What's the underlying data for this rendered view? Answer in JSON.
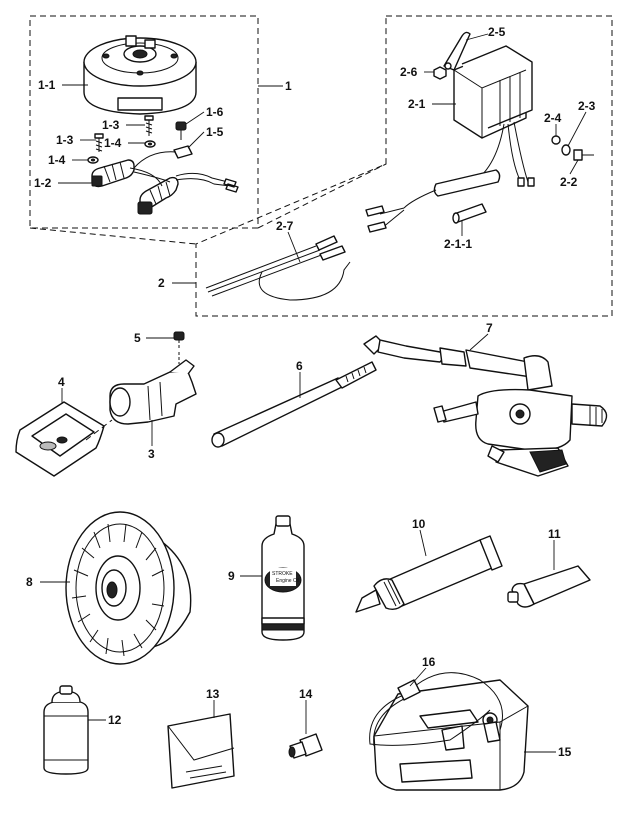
{
  "labels": {
    "l1": "1",
    "l1_1": "1-1",
    "l1_2": "1-2",
    "l1_3a": "1-3",
    "l1_3b": "1-3",
    "l1_4a": "1-4",
    "l1_4b": "1-4",
    "l1_5": "1-5",
    "l1_6": "1-6",
    "l2": "2",
    "l2_1": "2-1",
    "l2_1_1": "2-1-1",
    "l2_2": "2-2",
    "l2_3": "2-3",
    "l2_4": "2-4",
    "l2_5": "2-5",
    "l2_6": "2-6",
    "l2_7": "2-7",
    "l3": "3",
    "l4": "4",
    "l5": "5",
    "l6": "6",
    "l7": "7",
    "l8": "8",
    "l9": "9",
    "l10": "10",
    "l11": "11",
    "l12": "12",
    "l13": "13",
    "l14": "14",
    "l15": "15",
    "l16": "16"
  },
  "bottle_text": {
    "line1": "STROKE",
    "line2": "Engine Oil"
  },
  "colors": {
    "ink": "#111111",
    "paper": "#ffffff",
    "shade": "#bbbbbb"
  }
}
